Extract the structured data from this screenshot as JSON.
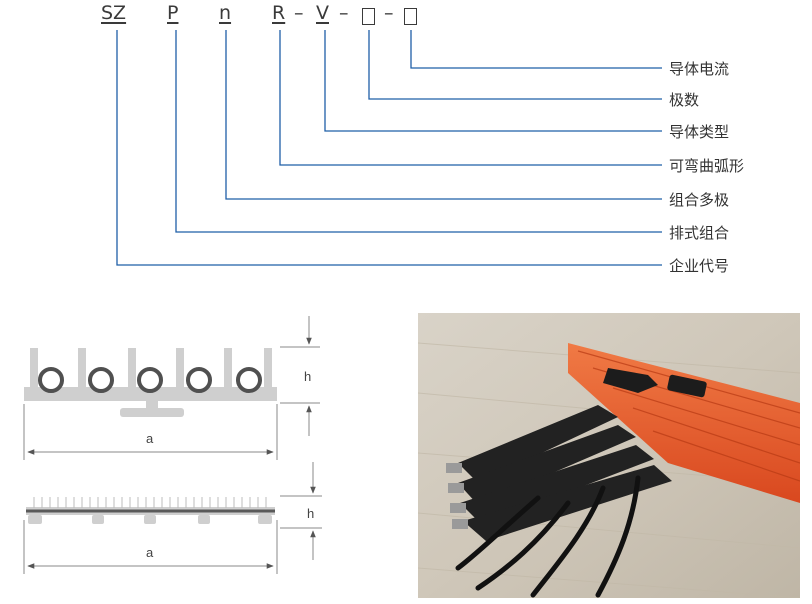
{
  "code": {
    "sz": "SZ",
    "p": "P",
    "n": "n",
    "r": "R",
    "v": "V",
    "dash": "–"
  },
  "labels": [
    "导体电流",
    "极数",
    "导体类型",
    "可弯曲弧形",
    "组合多极",
    "排式组合",
    "企业代号"
  ],
  "dimensions": {
    "a": "a",
    "h": "h"
  },
  "colors": {
    "leader": "#1f5fa8",
    "profile": "#cfcfcf",
    "busbar": "#e8592b"
  }
}
